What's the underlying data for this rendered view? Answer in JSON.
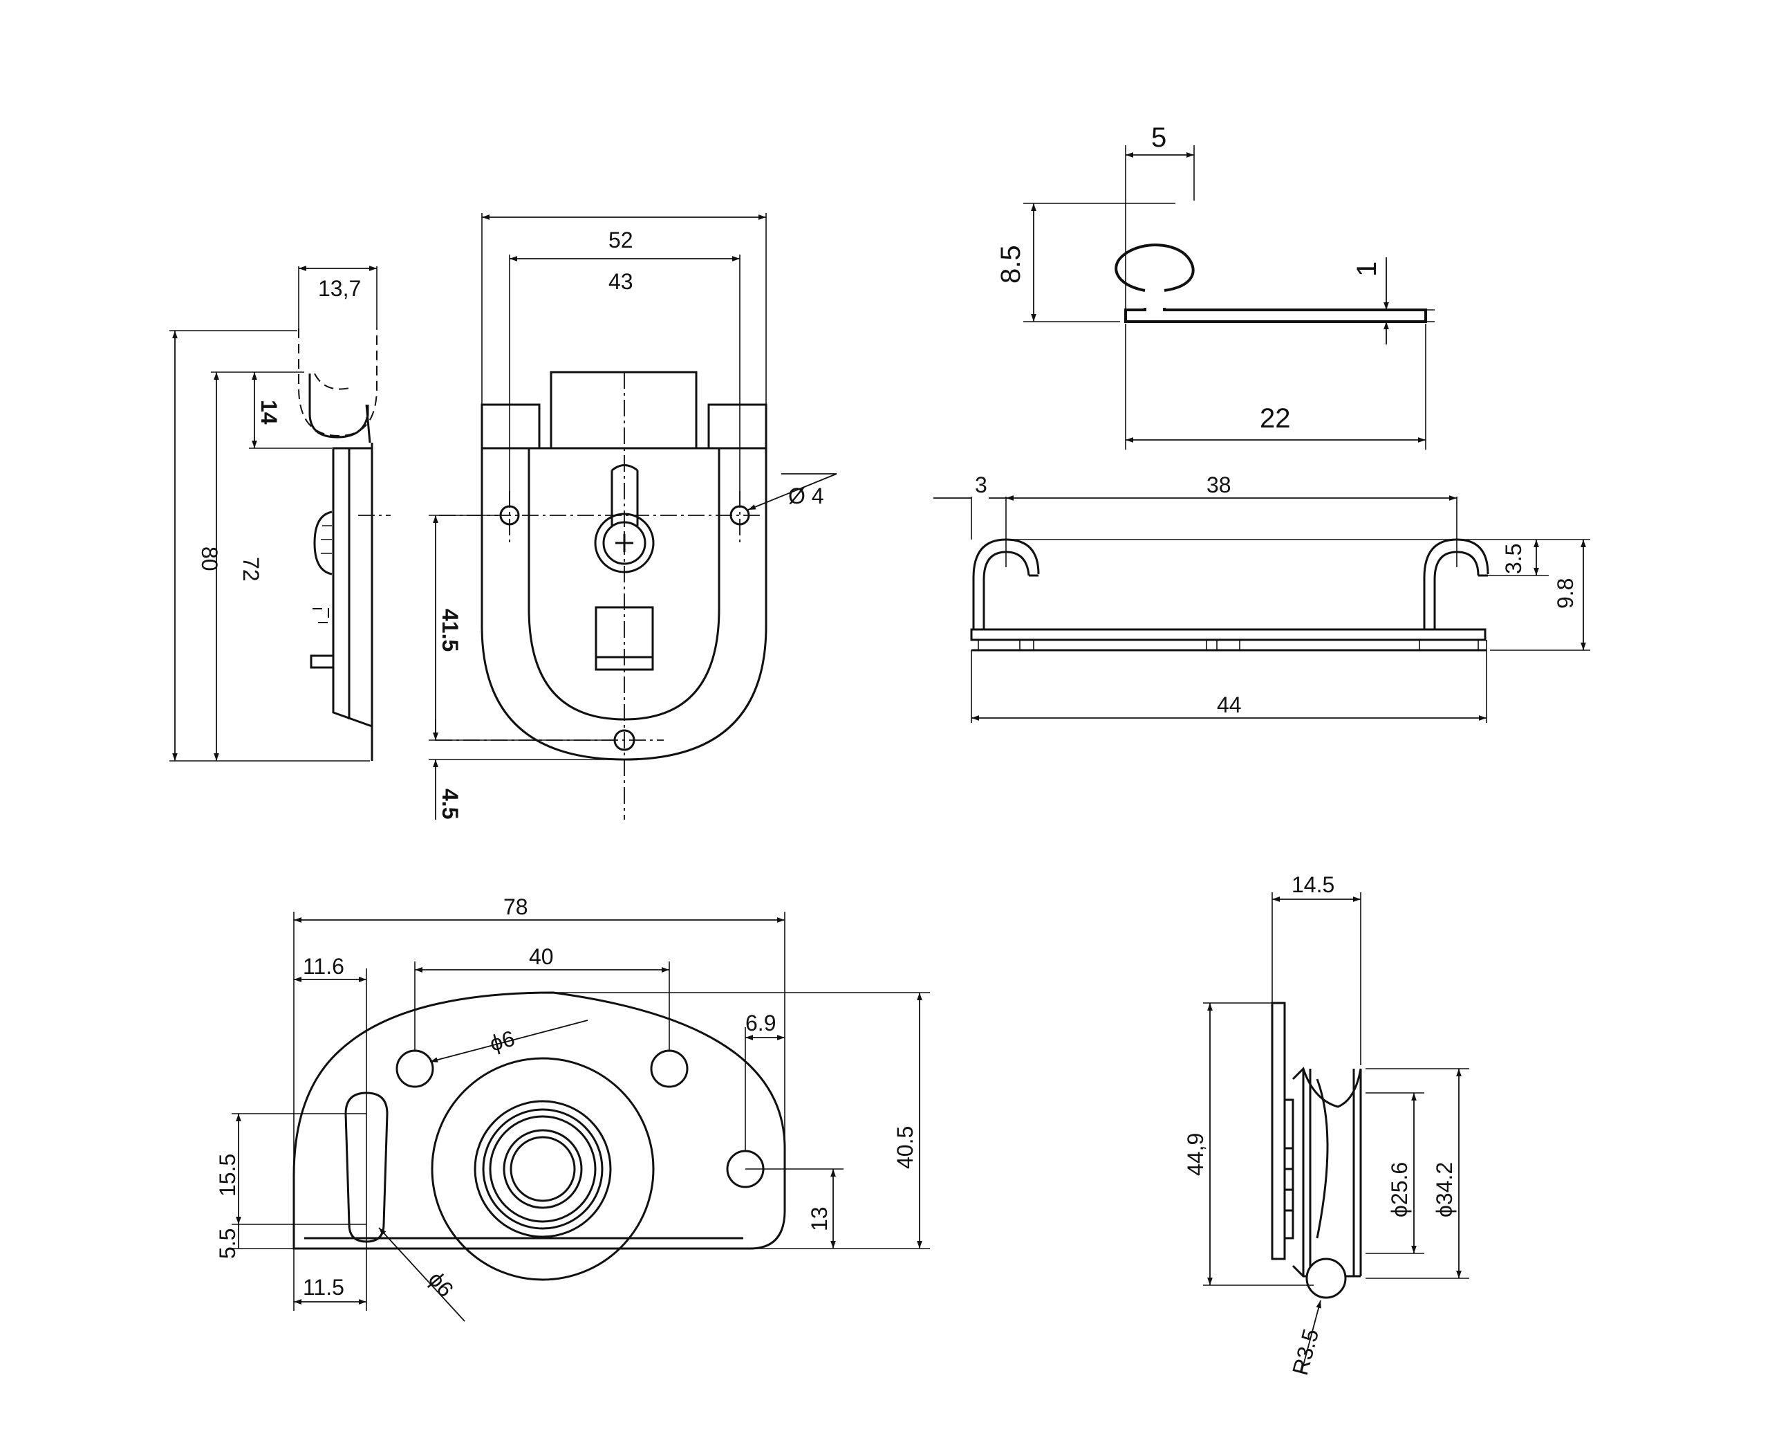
{
  "drawing": {
    "side_view": {
      "width_label": "13,7",
      "height_total_label": "80",
      "height_inner_label": "72",
      "hook_label": "14"
    },
    "front_view": {
      "outer_width_label": "52",
      "inner_width_label": "43",
      "hole_label": "Ø 4",
      "height_label": "41.5",
      "bottom_label": "4.5"
    },
    "rail_profile": {
      "head_width_label": "5",
      "height_label": "8.5",
      "thickness_label": "1",
      "length_label": "22"
    },
    "hook_profile": {
      "offset_label": "3",
      "span_label": "38",
      "hook_height_label": "3.5",
      "total_height_label": "9.8",
      "length_label": "44"
    },
    "roller_plate": {
      "width_label": "78",
      "hole_spacing_label": "40",
      "left_offset_top_label": "11.6",
      "left_offset_bottom_label": "11.5",
      "hole_top_label": "ϕ6",
      "hole_bottom_label": "ϕ6",
      "edge_offset_label": "6.9",
      "height_label": "40.5",
      "slot_label": "15.5",
      "slot_bottom_label": "5.5",
      "hole_height_label": "13"
    },
    "wheel_side": {
      "width_label": "14.5",
      "height_label": "44,9",
      "inner_diameter_label": "ϕ25.6",
      "outer_diameter_label": "ϕ34.2",
      "radius_label": "R3.5"
    }
  }
}
